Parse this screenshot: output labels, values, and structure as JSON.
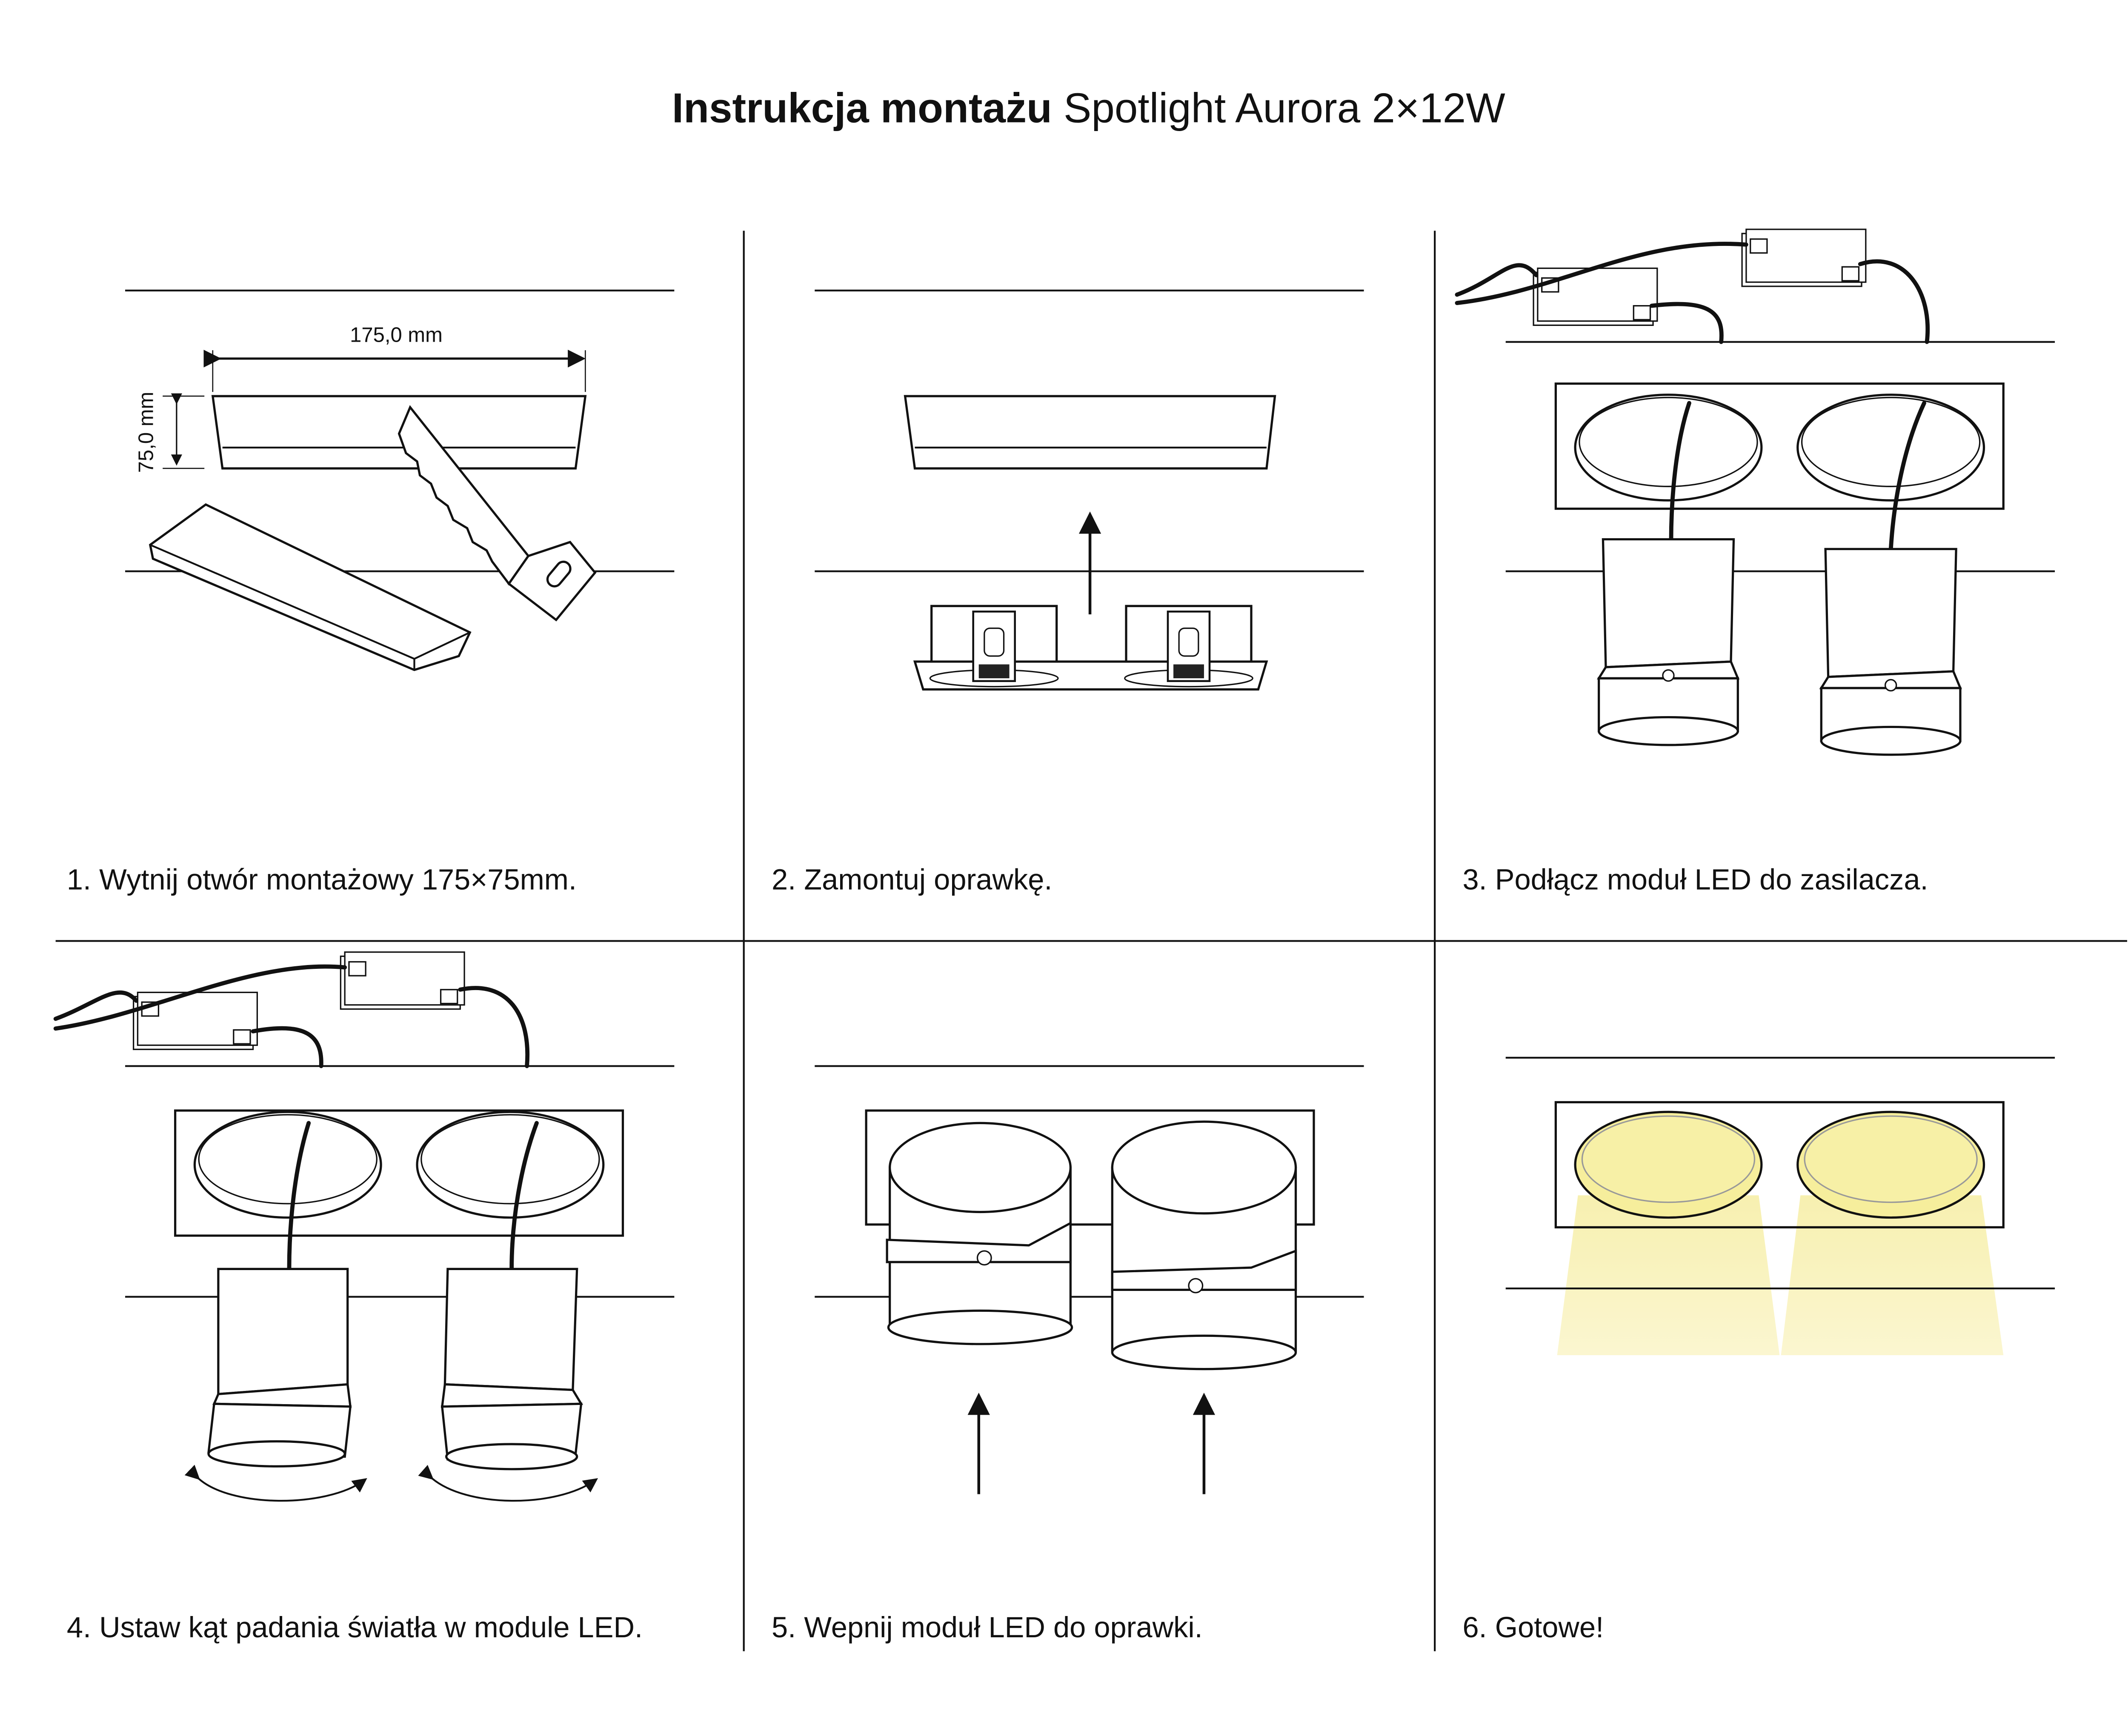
{
  "title": {
    "bold": "Instrukcja montażu",
    "regular": "Spotlight Aurora 2×12W"
  },
  "dimensions": {
    "width_label": "175,0 mm",
    "height_label": "75,0 mm"
  },
  "steps": [
    {
      "caption": "1. Wytnij otwór montażowy 175×75mm."
    },
    {
      "caption": "2. Zamontuj oprawkę."
    },
    {
      "caption": "3. Podłącz moduł LED do zasilacza."
    },
    {
      "caption": "4. Ustaw kąt padania światła w module LED."
    },
    {
      "caption": "5. Wepnij moduł LED do oprawki."
    },
    {
      "caption": "6. Gotowe!"
    }
  ],
  "colors": {
    "light": "#f6ee9c",
    "beam": "#fbf5c8",
    "line": "#111111"
  }
}
